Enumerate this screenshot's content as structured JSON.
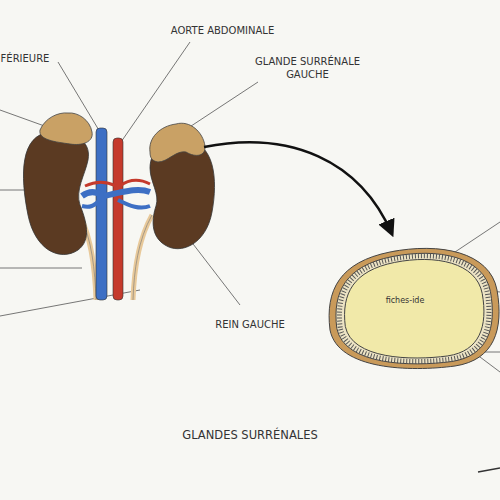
{
  "diagram": {
    "title": "GLANDES SURRÉNALES",
    "labels": [
      "FÉRIEURE",
      "AORTE ABDOMINALE",
      "GLANDE SURRÉNALE GAUCHE",
      "REIN GAUCHE",
      "fiches-ide"
    ]
  }
}
